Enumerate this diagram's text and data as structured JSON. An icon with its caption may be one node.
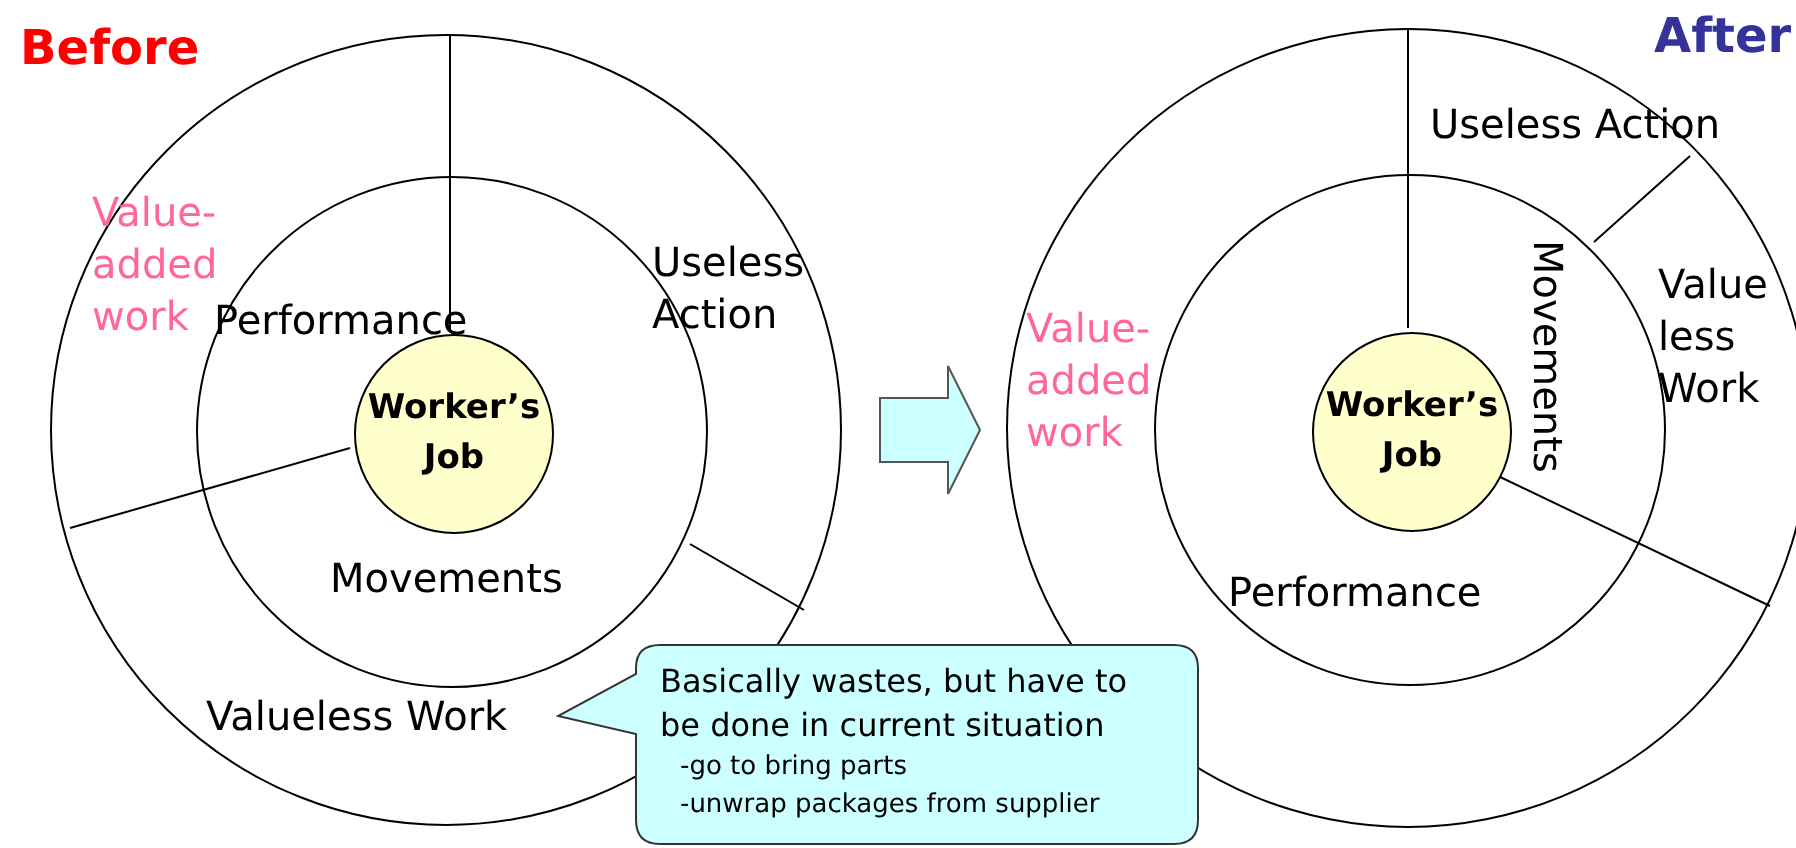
{
  "diagram": {
    "nodes": [
      {
        "text": [
          "Value-added work",
          "Useless Action",
          "Valueless Work"
        ]
      },
      {
        "text": [
          "Performance",
          "Movements"
        ],
        "in": 0
      },
      {
        "text": [
          "Worker’s Job"
        ],
        "in": 1
      },
      {
        "text": [
          "Useless Action",
          "Value-added work",
          "Value less Work"
        ]
      },
      {
        "text": [
          "Movements",
          "Performance"
        ],
        "in": 3
      },
      {
        "text": [
          "Worker’s Job"
        ],
        "in": 4
      },
      {
        "text": [
          "Basically wastes, but have to be done in current situation",
          "-go to bring parts",
          "-unwrap packages from supplier"
        ]
      }
    ],
    "edges": [
      {
        "from": 0,
        "to": 3,
        "arrow": "to"
      }
    ],
    "labels": [
      "Before",
      "After"
    ]
  }
}
